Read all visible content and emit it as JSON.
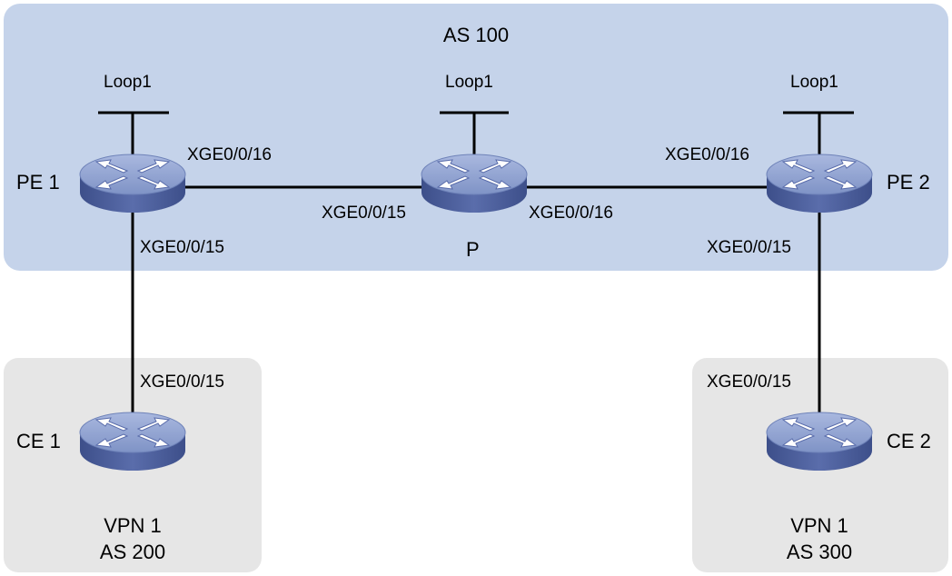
{
  "areas": {
    "as100": {
      "label": "AS 100",
      "fill": "#c5d3ea"
    },
    "vpn1_left": {
      "vpn": "VPN 1",
      "as": "AS 200",
      "fill": "#e6e6e6"
    },
    "vpn1_right": {
      "vpn": "VPN 1",
      "as": "AS 300",
      "fill": "#e6e6e6"
    }
  },
  "devices": {
    "pe1": {
      "name": "PE 1",
      "loopback": "Loop1",
      "icon": "router-icon"
    },
    "p": {
      "name": "P",
      "loopback": "Loop1",
      "icon": "router-icon"
    },
    "pe2": {
      "name": "PE 2",
      "loopback": "Loop1",
      "icon": "router-icon"
    },
    "ce1": {
      "name": "CE 1",
      "icon": "router-icon"
    },
    "ce2": {
      "name": "CE 2",
      "icon": "router-icon"
    }
  },
  "interfaces": {
    "pe1_to_p": "XGE0/0/16",
    "pe1_to_ce1": "XGE0/0/15",
    "p_to_pe1": "XGE0/0/15",
    "p_to_pe2": "XGE0/0/16",
    "pe2_to_p": "XGE0/0/16",
    "pe2_to_ce2": "XGE0/0/15",
    "ce1_to_pe1": "XGE0/0/15",
    "ce2_to_pe2": "XGE0/0/15"
  },
  "colors": {
    "router_top": "#8ea1cf",
    "router_body": "#4d5f99",
    "router_arrow": "#ffffff",
    "link": "#000000"
  }
}
